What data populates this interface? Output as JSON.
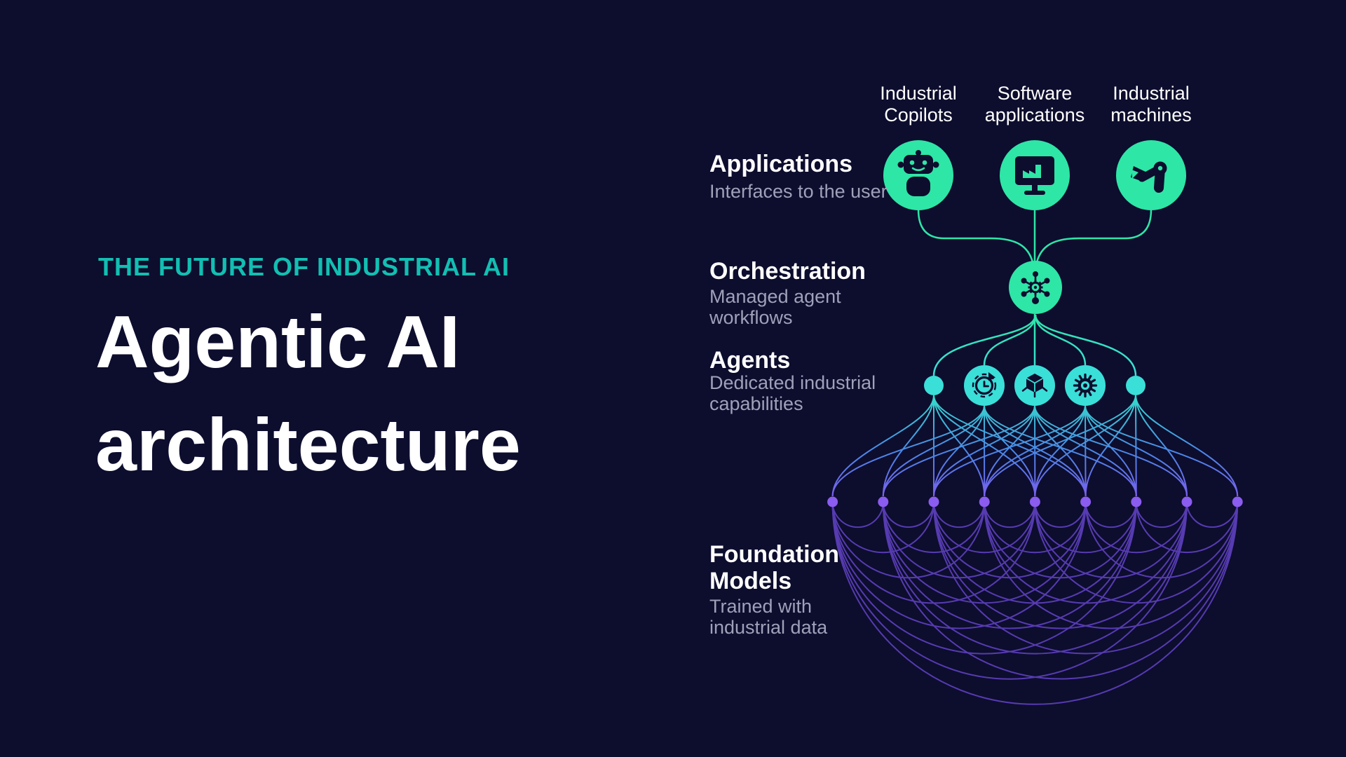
{
  "colors": {
    "background": "#0d0d2e",
    "kicker_teal": "#12bfb2",
    "mint_green": "#2ee6a6",
    "cyan": "#3adfd8",
    "teal_line": "#32e2c9",
    "blue_mid": "#4b86e8",
    "violet": "#7e5bee",
    "purple_dot": "#8a5cf0",
    "purple_arc": "#5e41c0",
    "white": "#ffffff",
    "gray_subtitle": "#9fa1b8",
    "icon_dark": "#0d0d2e"
  },
  "hero": {
    "kicker": "THE FUTURE OF INDUSTRIAL AI",
    "title_line1": "Agentic AI",
    "title_line2": "architecture"
  },
  "top_labels": {
    "copilots": {
      "line1": "Industrial",
      "line2": "Copilots",
      "icon": "robot-icon"
    },
    "software": {
      "line1": "Software",
      "line2": "applications",
      "icon": "monitor-factory-icon"
    },
    "machines": {
      "line1": "Industrial",
      "line2": "machines",
      "icon": "robot-arm-icon"
    }
  },
  "sections": {
    "applications": {
      "heading": "Applications",
      "subtitle": "Interfaces to the user"
    },
    "orchestration": {
      "heading": "Orchestration",
      "subtitle_line1": "Managed agent",
      "subtitle_line2": "workflows"
    },
    "agents": {
      "heading": "Agents",
      "subtitle_line1": "Dedicated industrial",
      "subtitle_line2": "capabilities"
    },
    "foundation_models": {
      "heading_line1": "Foundation",
      "heading_line2": "Models",
      "subtitle_line1": "Trained with",
      "subtitle_line2": "industrial data"
    }
  },
  "diagram_meta": {
    "orchestration_icon": "hub-network-icon",
    "agent_icons": [
      "clock-history-icon",
      "cube-3d-icon",
      "sun-gear-icon"
    ],
    "agent_node_count": 5,
    "foundation_dot_count": 9
  }
}
